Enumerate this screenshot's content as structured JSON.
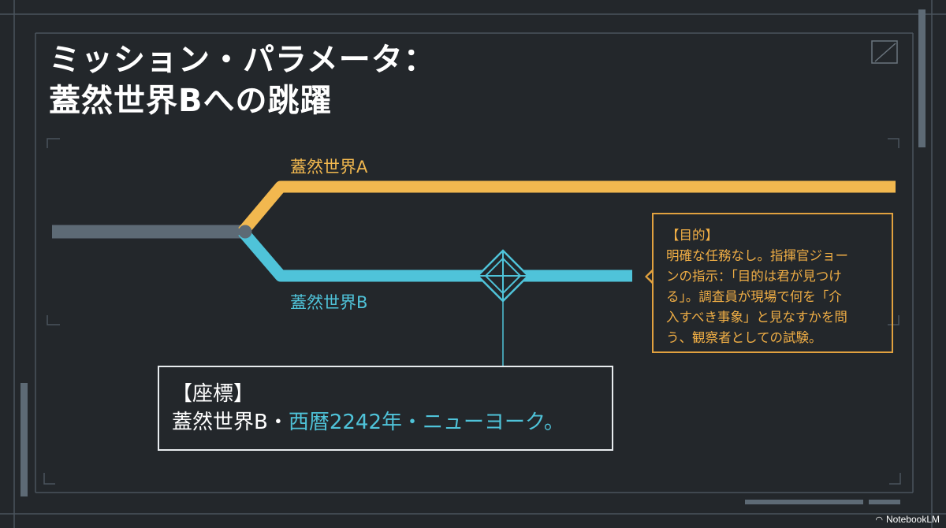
{
  "title": {
    "line1": "ミッション・パラメータ：",
    "line2": "蓋然世界Bへの跳躍"
  },
  "diagram": {
    "branch_a_label": "蓋然世界A",
    "branch_b_label": "蓋然世界B",
    "colors": {
      "trunk": "#5d6a75",
      "branch_a": "#f2b84f",
      "branch_b": "#4fc3d9",
      "frame": "#4b545c"
    },
    "marker_icon": "crosshair-diamond-icon"
  },
  "purpose_box": {
    "heading": "【目的】",
    "lines": [
      "明確な任務なし。指揮官ジョー",
      "ンの指示：「目的は君が見つけ",
      "る」。調査員が現場で何を「介",
      "入すべき事象」と見なすかを問",
      "う、観察者としての試験。"
    ]
  },
  "coordinates_box": {
    "heading": "【座標】",
    "world": "蓋然世界B・",
    "highlight": "西暦2242年・ニューヨーク。"
  },
  "branding": {
    "name": "NotebookLM",
    "icon": "notebooklm-logo-icon"
  }
}
